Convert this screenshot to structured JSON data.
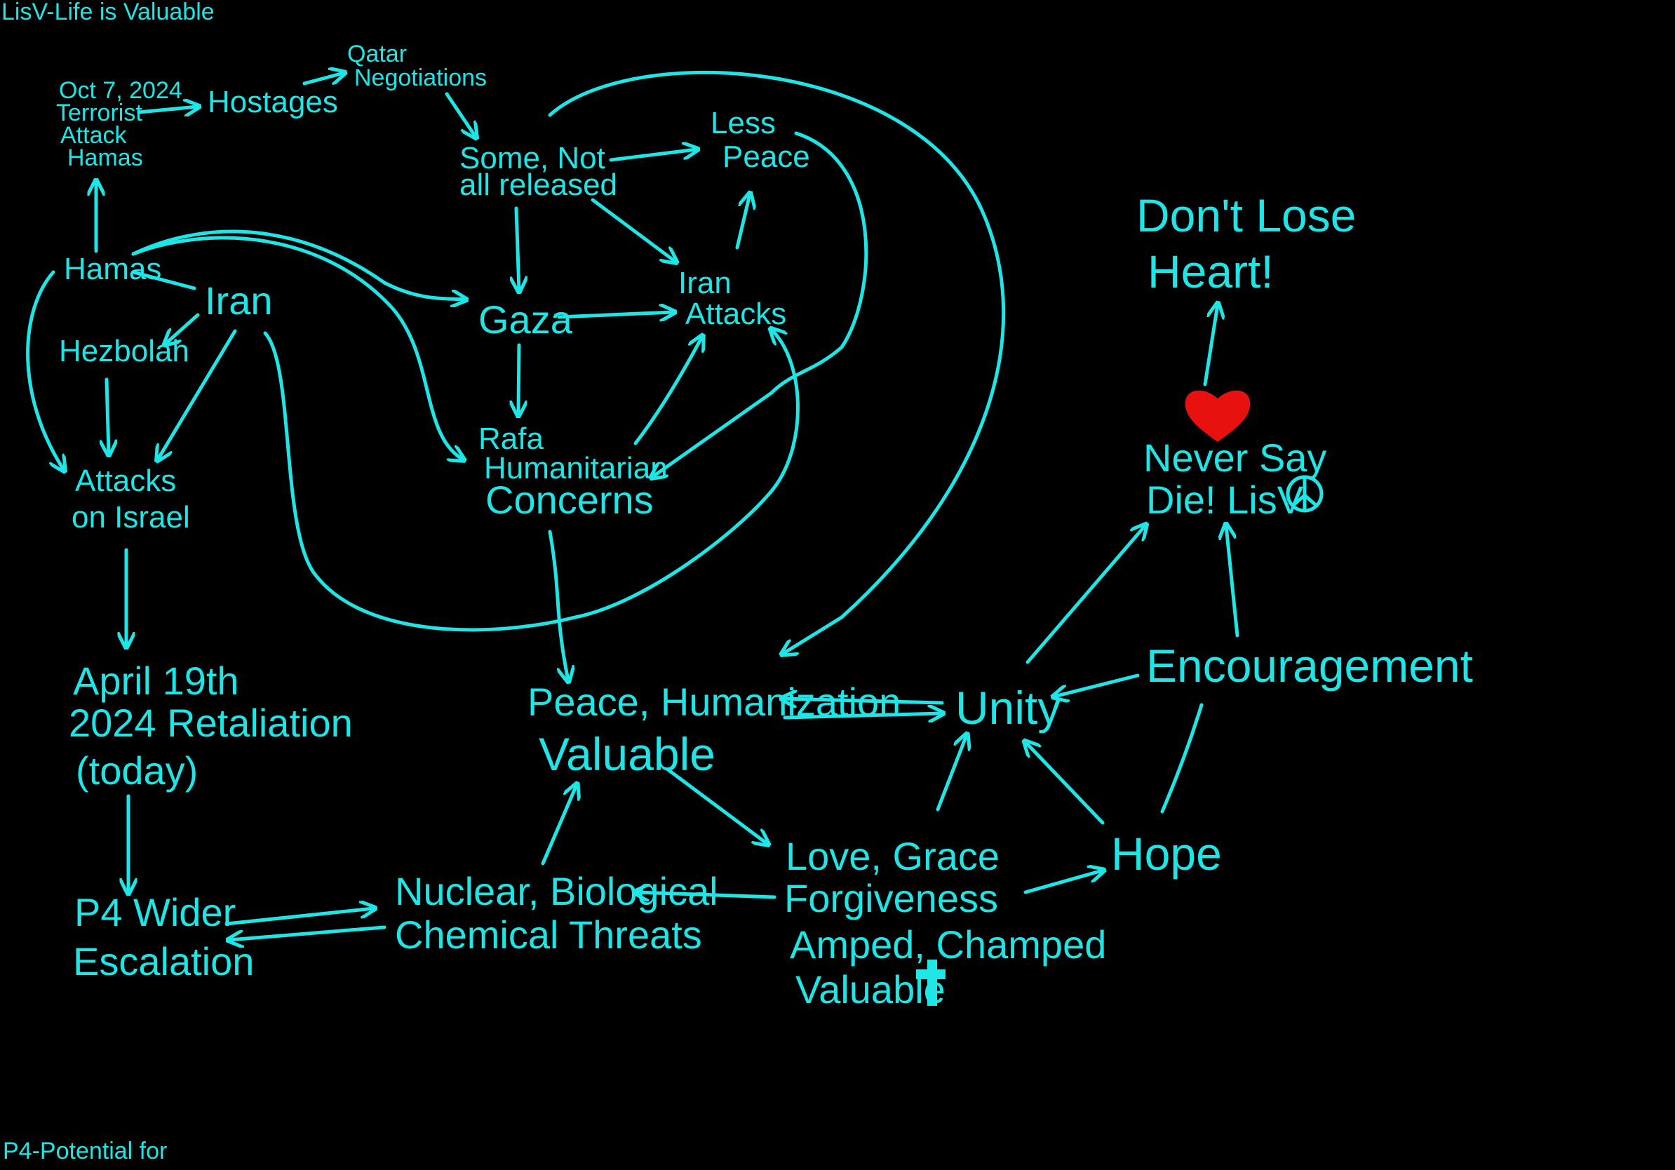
{
  "title": "LisV-Life is Valuable",
  "footnote": "P4-Potential for",
  "colors": {
    "ink": "#1ee6e6",
    "heart": "#e8110f",
    "background": "#000000"
  },
  "nodes": {
    "oct7": [
      "Oct 7, 2024",
      "Terrorist",
      "Attack",
      "Hamas"
    ],
    "hostages": "Hostages",
    "qatar": [
      "Qatar",
      "Negotiations"
    ],
    "some_released": [
      "Some, Not",
      "all released"
    ],
    "less_peace": [
      "Less",
      "Peace"
    ],
    "hamas": "Hamas",
    "iran": "Iran",
    "hezbolah": "Hezbolah",
    "gaza": "Gaza",
    "iran_attacks": [
      "Iran",
      "Attacks"
    ],
    "rafa": [
      "Rafa",
      "Humanitarian",
      "Concerns"
    ],
    "attacks_israel": [
      "Attacks",
      "on Israel"
    ],
    "april": [
      "April 19th",
      "2024 Retaliation",
      "(today)"
    ],
    "p4": [
      "P4 Wider",
      "Escalation"
    ],
    "nuclear": [
      "Nuclear, Biological",
      "Chemical Threats"
    ],
    "peace": [
      "Peace, Humanization",
      "Valuable"
    ],
    "love": [
      "Love, Grace",
      "Forgiveness",
      "Amped, Champed",
      "Valuable"
    ],
    "unity": "Unity",
    "hope": "Hope",
    "encouragement": "Encouragement",
    "never_say_die": [
      "Never Say",
      "Die! LisV"
    ],
    "dont_lose_heart": [
      "Don't Lose",
      "Heart!"
    ]
  },
  "icons": [
    "heart-icon",
    "peace-sign-icon",
    "cross-icon"
  ]
}
